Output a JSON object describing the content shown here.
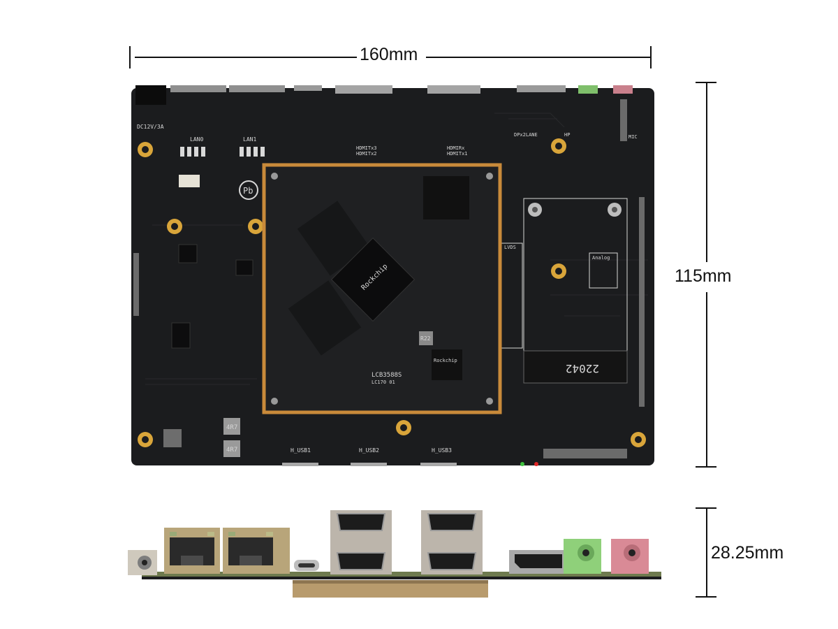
{
  "dimensions": {
    "width_label": "160mm",
    "height_label": "115mm",
    "thickness_label": "28.25mm"
  },
  "silkscreen": {
    "power_in": "DC12V/3A",
    "lan0": "LAN0",
    "lan1": "LAN1",
    "hdmi_tx3": "HDMITx3",
    "hdmi_tx2": "HDMITx2",
    "hdmi_rx": "HDMIRx",
    "hdmi_tx1": "HDMITx1",
    "dp_lane": "DPx2LANE",
    "hp": "HP",
    "mic": "MIC",
    "module_name": "LCB3588S",
    "module_rev": "LC170 01",
    "soc_brand": "Rockchip",
    "nvme_size": "22042",
    "usb1": "H_USB1",
    "usb2": "H_USB2",
    "usb3": "H_USB3",
    "lvds_title": "LVDS",
    "analog_title": "Analog",
    "inductor": "4R7",
    "pb_free": "Pb",
    "r22": "R22"
  },
  "colors": {
    "pcb": "#1b1c1e",
    "module_border": "#c98a3a",
    "lan_port": "#b8a57a",
    "audio_green": "#8fd07a",
    "audio_pink": "#d98a96",
    "connector_metal": "#a8a8a8"
  }
}
